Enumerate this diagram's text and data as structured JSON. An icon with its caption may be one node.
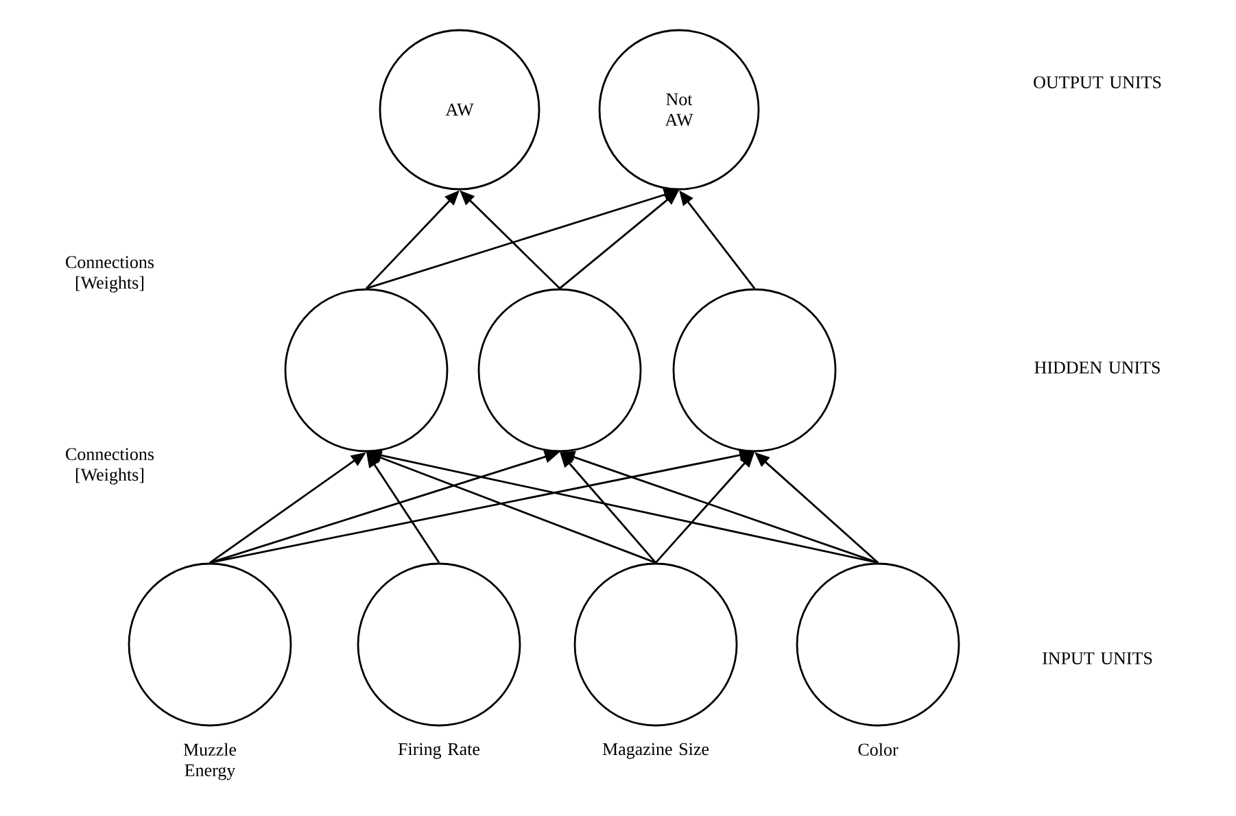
{
  "diagram": {
    "nodes": [
      {
        "text": [
          "AW"
        ]
      },
      {
        "text": [
          "Not AW"
        ]
      },
      {
        "text": [],
        "shape": "circle"
      },
      {
        "text": [],
        "shape": "circle"
      },
      {
        "text": [],
        "shape": "circle"
      },
      {
        "text": [],
        "shape": "circle",
        "beside": [
          "Muzzle Energy"
        ]
      },
      {
        "text": [],
        "shape": "circle",
        "beside": [
          "Firing Rate"
        ]
      },
      {
        "text": [],
        "shape": "circle",
        "beside": [
          "Magazine Size"
        ]
      },
      {
        "text": [],
        "shape": "circle",
        "beside": [
          "Color"
        ]
      }
    ],
    "edges": [
      {
        "from": 2,
        "to": 0,
        "arrow": "to"
      },
      {
        "from": 2,
        "to": 1,
        "arrow": "to"
      },
      {
        "from": 3,
        "to": 0,
        "arrow": "to"
      },
      {
        "from": 3,
        "to": 1,
        "arrow": "to"
      },
      {
        "from": 4,
        "to": 1,
        "arrow": "to"
      },
      {
        "from": 5,
        "to": 2,
        "arrow": "to"
      },
      {
        "from": 5,
        "to": 3,
        "arrow": "to"
      },
      {
        "from": 5,
        "to": 4,
        "arrow": "to"
      },
      {
        "from": 6,
        "to": 2,
        "arrow": "to"
      },
      {
        "from": 7,
        "to": 2,
        "arrow": "to"
      },
      {
        "from": 7,
        "to": 3,
        "arrow": "to"
      },
      {
        "from": 7,
        "to": 4,
        "arrow": "to"
      },
      {
        "from": 8,
        "to": 2,
        "arrow": "to"
      },
      {
        "from": 8,
        "to": 3,
        "arrow": "to"
      },
      {
        "from": 8,
        "to": 4,
        "arrow": "to"
      }
    ],
    "labels": [
      "OUTPUT UNITS",
      "Connections [Weights]",
      "HIDDEN UNITS",
      "Connections [Weights]",
      "INPUT UNITS"
    ]
  }
}
